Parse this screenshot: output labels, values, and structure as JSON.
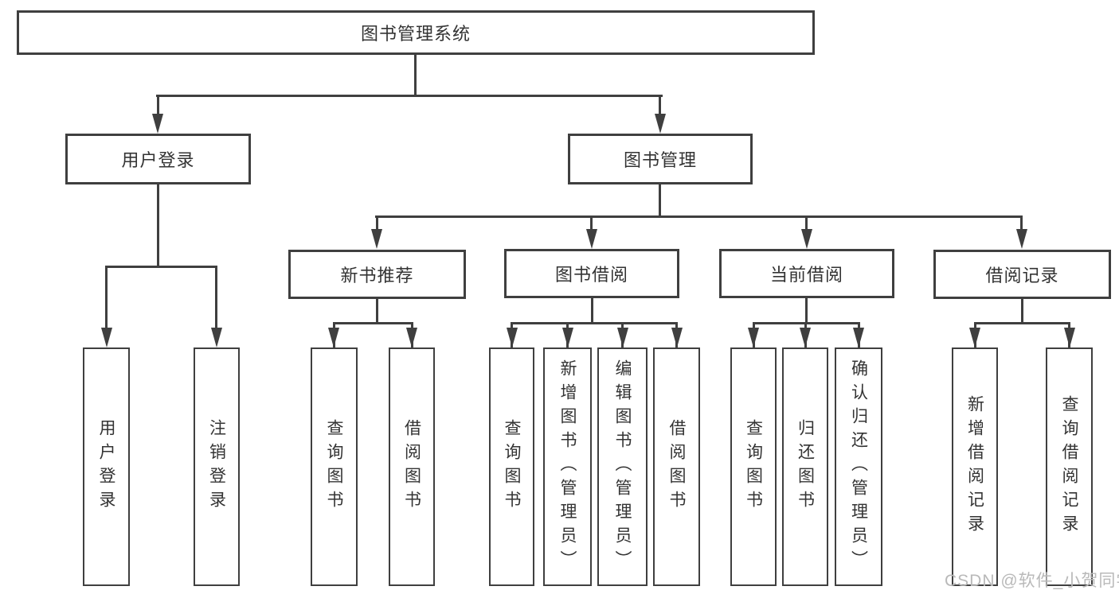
{
  "colors": {
    "line": "#3f3f3f",
    "box_border": "#3f3f3f",
    "text": "#333333",
    "background": "#ffffff",
    "watermark": "#b9b9b9"
  },
  "tree": {
    "root": {
      "label": "图书管理系统",
      "children": [
        {
          "label": "用户登录",
          "children": [
            {
              "label": "用户登录"
            },
            {
              "label": "注销登录"
            }
          ]
        },
        {
          "label": "图书管理",
          "children": [
            {
              "label": "新书推荐",
              "children": [
                {
                  "label": "查询图书"
                },
                {
                  "label": "借阅图书"
                }
              ]
            },
            {
              "label": "图书借阅",
              "children": [
                {
                  "label": "查询图书"
                },
                {
                  "label": "新增图书（管理员）"
                },
                {
                  "label": "编辑图书（管理员）"
                },
                {
                  "label": "借阅图书"
                }
              ]
            },
            {
              "label": "当前借阅",
              "children": [
                {
                  "label": "查询图书"
                },
                {
                  "label": "归还图书"
                },
                {
                  "label": "确认归还（管理员）"
                }
              ]
            },
            {
              "label": "借阅记录",
              "children": [
                {
                  "label": "新增借阅记录"
                },
                {
                  "label": "查询借阅记录"
                }
              ]
            }
          ]
        }
      ]
    }
  },
  "watermark": {
    "text": "CSDN @软件_小贺同学"
  }
}
